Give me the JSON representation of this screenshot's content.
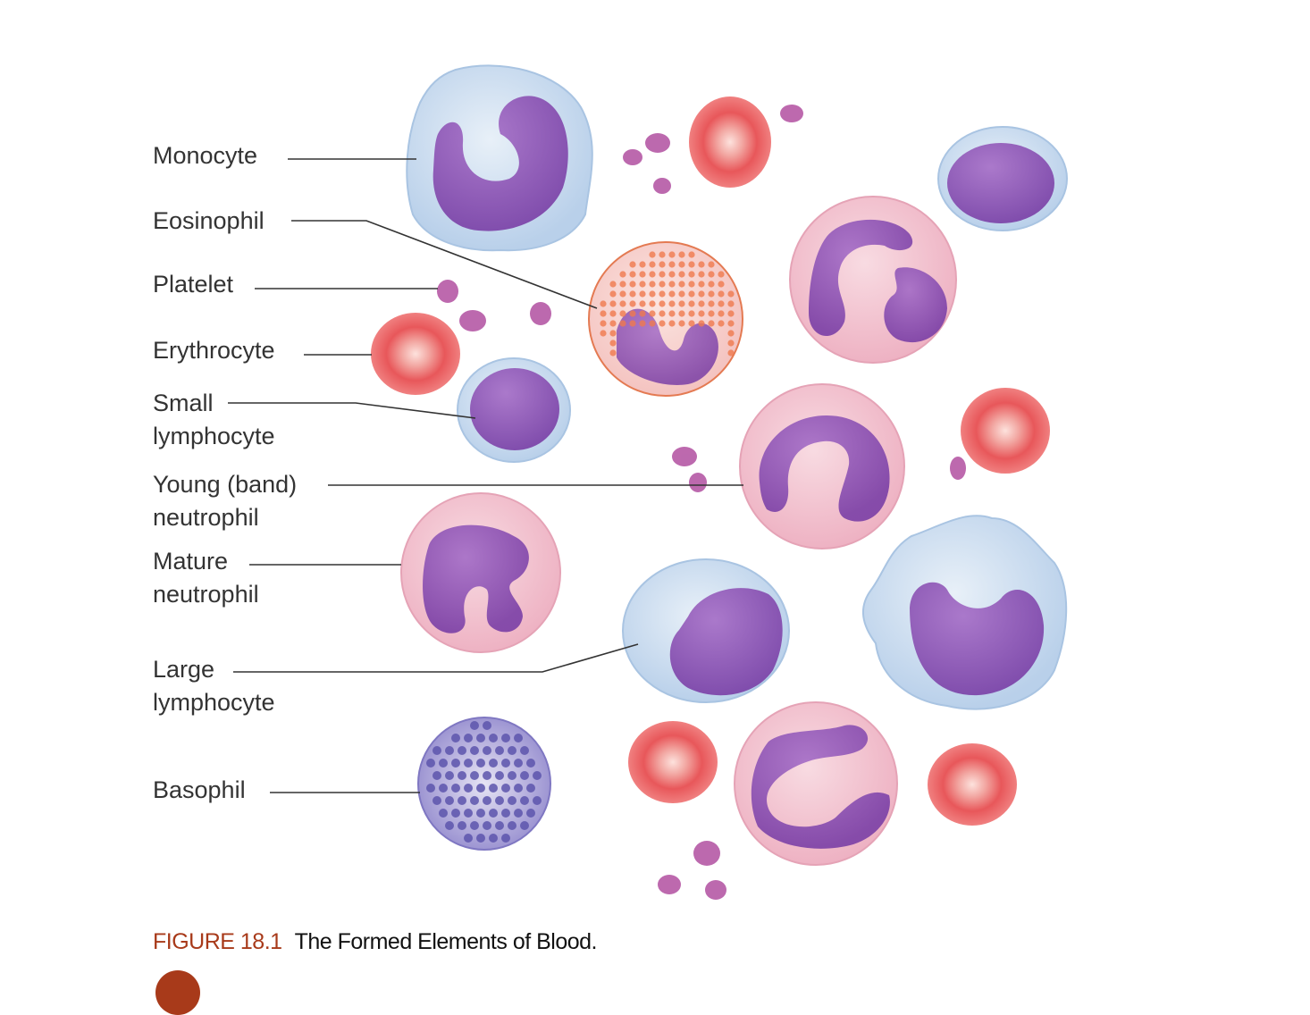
{
  "labels": {
    "monocyte": "Monocyte",
    "eosinophil": "Eosinophil",
    "platelet": "Platelet",
    "erythrocyte": "Erythrocyte",
    "small_lymphocyte": [
      "Small",
      "lymphocyte"
    ],
    "band_neutrophil": [
      "Young (band)",
      "neutrophil"
    ],
    "mature_neutrophil": [
      "Mature",
      "neutrophil"
    ],
    "large_lymphocyte": [
      "Large",
      "lymphocyte"
    ],
    "basophil": "Basophil"
  },
  "caption": {
    "number": "FIGURE 18.1",
    "title": "The Formed Elements of Blood."
  },
  "colors": {
    "erythrocyte": "#e8575a",
    "neutrophil_cytoplasm": "#f2c2cf",
    "lymphocyte_cytoplasm": "#c8dcef",
    "nucleus": "#8a4fb3",
    "eosinophil_granules": "#f07a4e",
    "basophil": "#6a62b8",
    "leader_line": "#333333",
    "caption_number": "#a83a1a"
  }
}
